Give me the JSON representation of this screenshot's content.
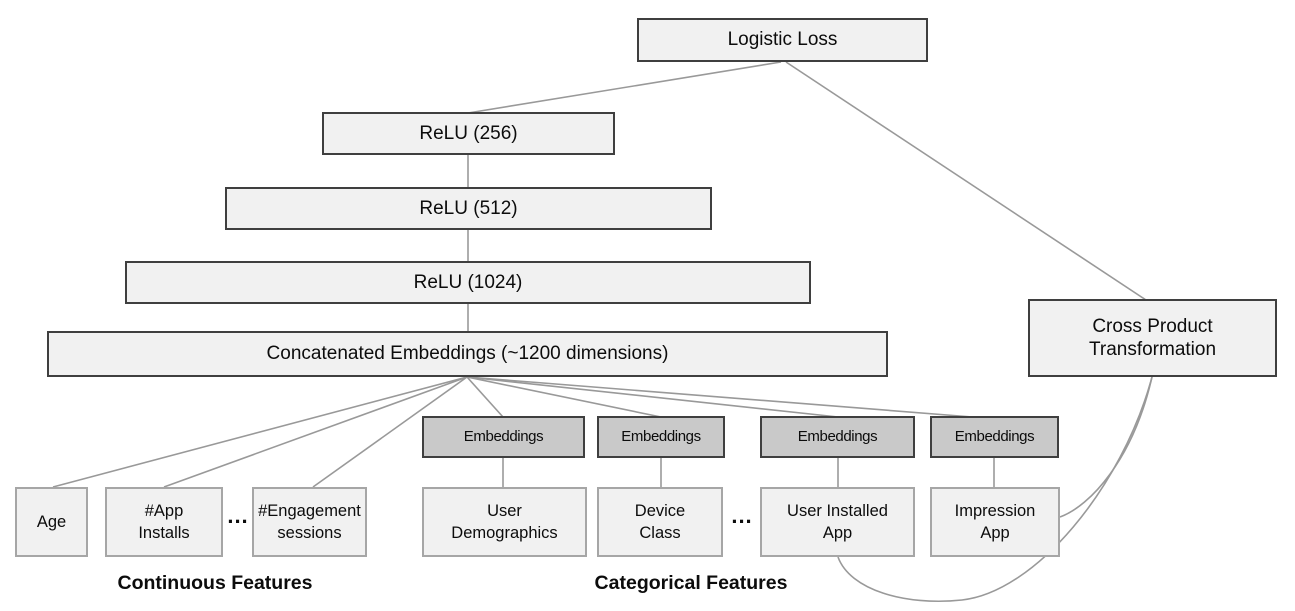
{
  "nodes": {
    "logistic_loss": {
      "label": "Logistic Loss"
    },
    "relu_256": {
      "label": "ReLU (256)"
    },
    "relu_512": {
      "label": "ReLU (512)"
    },
    "relu_1024": {
      "label": "ReLU (1024)"
    },
    "concatenated_embeddings": {
      "label": "Concatenated Embeddings (~1200 dimensions)"
    },
    "cross_product_transformation": {
      "label": "Cross Product\nTransformation"
    },
    "embeddings_user_demographics": {
      "label": "Embeddings"
    },
    "embeddings_device_class": {
      "label": "Embeddings"
    },
    "embeddings_user_installed_app": {
      "label": "Embeddings"
    },
    "embeddings_impression_app": {
      "label": "Embeddings"
    },
    "age": {
      "label": "Age"
    },
    "app_installs": {
      "label": "#App\nInstalls"
    },
    "engagement_sessions": {
      "label": "#Engagement\nsessions"
    },
    "user_demographics": {
      "label": "User\nDemographics"
    },
    "device_class": {
      "label": "Device\nClass"
    },
    "user_installed_app": {
      "label": "User Installed\nApp"
    },
    "impression_app": {
      "label": "Impression\nApp"
    }
  },
  "section_labels": {
    "continuous": "Continuous Features",
    "categorical": "Categorical Features"
  },
  "ellipsis": {
    "continuous": "...",
    "categorical": "..."
  },
  "edges": [
    {
      "from": "logistic_loss",
      "to": "relu_256"
    },
    {
      "from": "logistic_loss",
      "to": "cross_product_transformation"
    },
    {
      "from": "relu_256",
      "to": "relu_512"
    },
    {
      "from": "relu_512",
      "to": "relu_1024"
    },
    {
      "from": "relu_1024",
      "to": "concatenated_embeddings"
    },
    {
      "from": "concatenated_embeddings",
      "to": "age"
    },
    {
      "from": "concatenated_embeddings",
      "to": "app_installs"
    },
    {
      "from": "concatenated_embeddings",
      "to": "engagement_sessions"
    },
    {
      "from": "concatenated_embeddings",
      "to": "embeddings_user_demographics"
    },
    {
      "from": "concatenated_embeddings",
      "to": "embeddings_device_class"
    },
    {
      "from": "concatenated_embeddings",
      "to": "embeddings_user_installed_app"
    },
    {
      "from": "concatenated_embeddings",
      "to": "embeddings_impression_app"
    },
    {
      "from": "embeddings_user_demographics",
      "to": "user_demographics"
    },
    {
      "from": "embeddings_device_class",
      "to": "device_class"
    },
    {
      "from": "embeddings_user_installed_app",
      "to": "user_installed_app"
    },
    {
      "from": "embeddings_impression_app",
      "to": "impression_app"
    },
    {
      "from": "user_installed_app",
      "to": "cross_product_transformation",
      "style": "curved"
    },
    {
      "from": "impression_app",
      "to": "cross_product_transformation",
      "style": "curved"
    }
  ],
  "colors": {
    "box_fill_light": "#f1f1f1",
    "box_fill_embedding": "#c9c9c9",
    "box_border_dark": "#3f3f3f",
    "box_border_light": "#a6a6a6",
    "connector": "#999999",
    "text": "#0c0c0c",
    "background": "#ffffff"
  }
}
